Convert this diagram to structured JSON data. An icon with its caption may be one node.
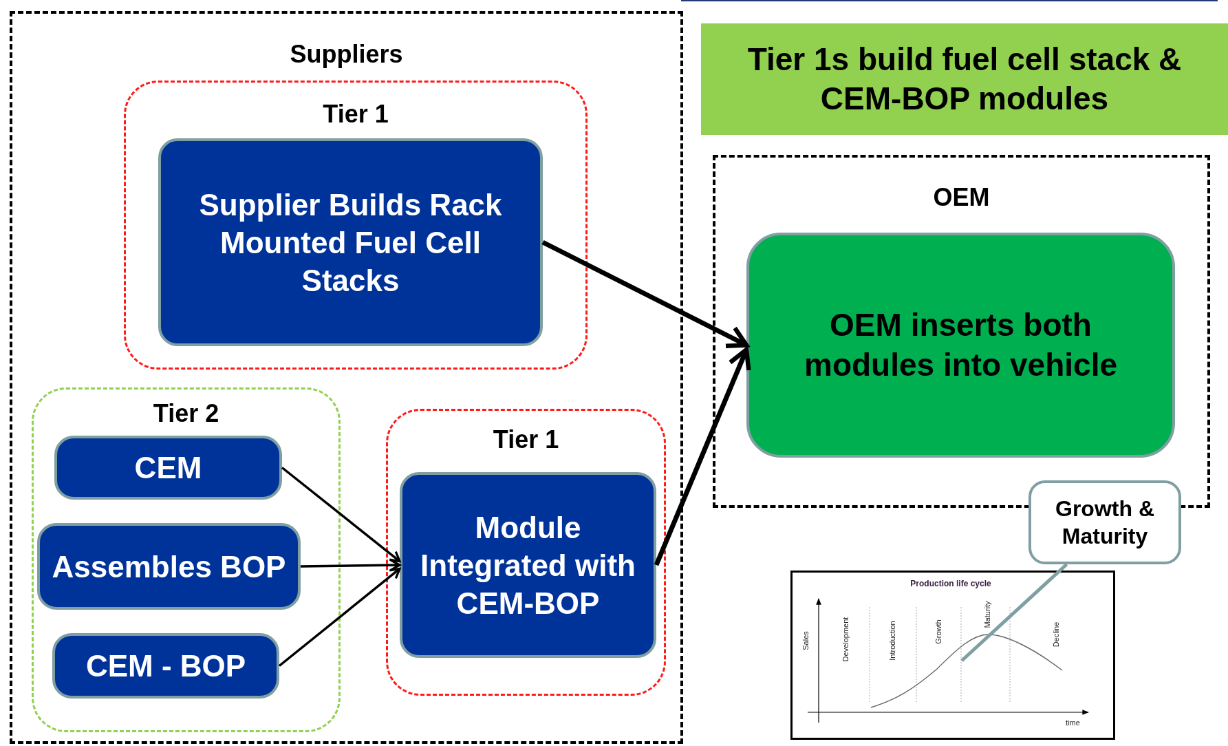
{
  "diagram": {
    "nodes": [
      {
        "text": [
          "Suppliers"
        ]
      },
      {
        "text": [
          "Tier 1"
        ],
        "in": 0
      },
      {
        "text": [
          "Supplier Builds Rack Mounted Fuel Cell Stacks"
        ],
        "in": 1
      },
      {
        "text": [
          "Tier 2"
        ],
        "in": 0
      },
      {
        "text": [
          "CEM"
        ],
        "in": 3
      },
      {
        "text": [
          "Assembles BOP"
        ],
        "in": 3
      },
      {
        "text": [
          "CEM - BOP"
        ],
        "in": 3
      },
      {
        "text": [
          "Tier 1"
        ],
        "in": 0
      },
      {
        "text": [
          "Module Integrated with CEM-BOP"
        ],
        "in": 7
      },
      {
        "text": [
          "Tier 1s build fuel cell stack & CEM-BOP modules"
        ]
      },
      {
        "text": [
          "OEM"
        ]
      },
      {
        "text": [
          "OEM inserts both modules into vehicle"
        ],
        "in": 10
      },
      {
        "text": [
          "Growth & Maturity"
        ]
      }
    ],
    "edges": [
      {
        "from": 2,
        "to": 11,
        "arrow": "to",
        "style": "thick"
      },
      {
        "from": 8,
        "to": 11,
        "arrow": "to",
        "style": "thick"
      },
      {
        "from": 4,
        "to": 8,
        "arrow": "to"
      },
      {
        "from": 5,
        "to": 8,
        "arrow": "to"
      },
      {
        "from": 6,
        "to": 8,
        "arrow": "to"
      },
      {
        "from": 12,
        "to": null,
        "arrow": "none",
        "color": "#7f9fa3"
      }
    ],
    "labels": [
      "Production life cycle",
      "Sales",
      "Development",
      "Introduction",
      "Growth",
      "Maturity",
      "Decline",
      "time"
    ]
  }
}
